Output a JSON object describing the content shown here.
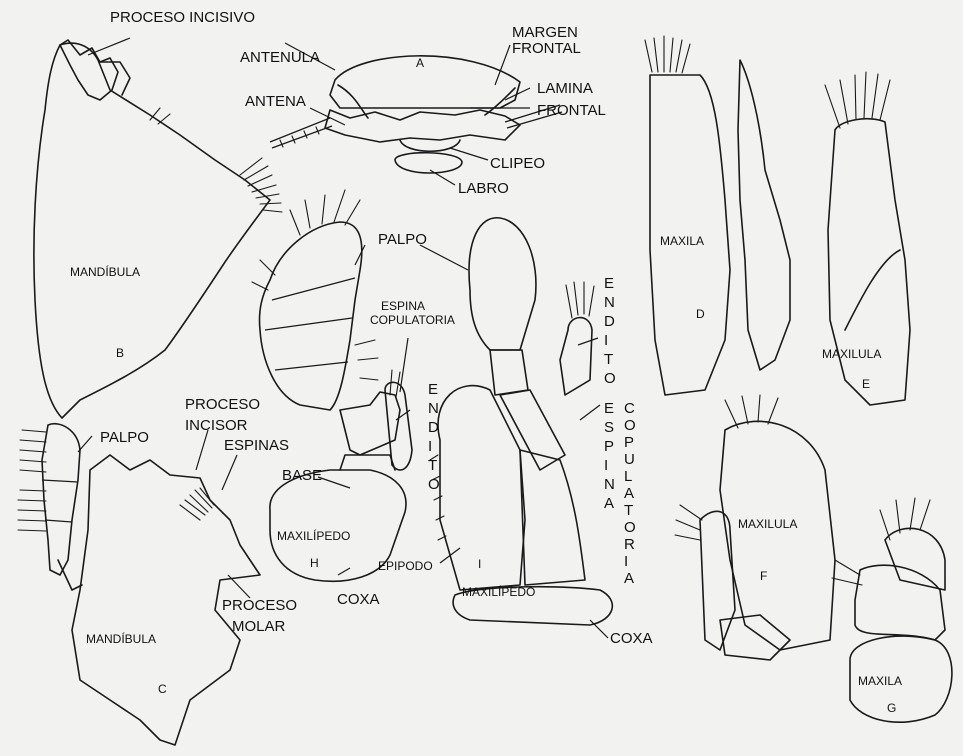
{
  "labels": {
    "proceso_incisivo": "PROCESO INCISIVO",
    "antenula": "ANTENULA",
    "margen": "MARGEN",
    "frontal1": "FRONTAL",
    "lamina": "LAMINA",
    "frontal2": "FRONTAL",
    "antena": "ANTENA",
    "clipeo": "CLIPEO",
    "labro": "LABRO",
    "mandibula_b": "MANDÍBULA",
    "palpo_top": "PALPO",
    "espina_copulatoria_h1": "ESPINA",
    "espina_copulatoria_h2": "COPULATORIA",
    "endito_h": "ENDITO",
    "base": "BASE",
    "maxilipedo_h": "MAXILÍPEDO",
    "coxa_h": "COXA",
    "proceso_incisor1": "PROCESO",
    "proceso_incisor2": "INCISOR",
    "espinas": "ESPINAS",
    "palpo_c": "PALPO",
    "proceso_molar1": "PROCESO",
    "proceso_molar2": "MOLAR",
    "mandibula_c": "MANDÍBULA",
    "endito_i": "ENDITO",
    "espina_copulatoria_i1": "ESPINA",
    "espina_copulatoria_i2": "COPULATORIA",
    "epipodo": "EPIPODO",
    "maxilipedo_i": "MAXILÍPEDO",
    "coxa_i": "COXA",
    "maxila_d": "MAXILA",
    "maxilula_e": "MAXILULA",
    "maxilula_f": "MAXILULA",
    "maxila_g": "MAXILA"
  },
  "panels": {
    "a": "A",
    "b": "B",
    "c": "C",
    "d": "D",
    "e": "E",
    "f": "F",
    "g": "G",
    "h": "H",
    "i": "I"
  }
}
